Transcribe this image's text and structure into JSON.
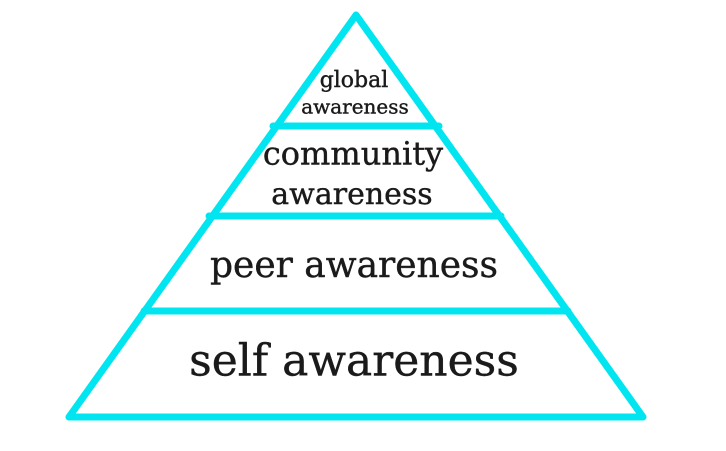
{
  "diagram": {
    "line_color": "#00e5f0",
    "text_color": "#1a1a1a",
    "tiers": [
      {
        "lines": [
          "global",
          "awareness"
        ]
      },
      {
        "lines": [
          "community",
          "awareness"
        ]
      },
      {
        "lines": [
          "peer awareness"
        ]
      },
      {
        "lines": [
          "self awareness"
        ]
      }
    ]
  }
}
